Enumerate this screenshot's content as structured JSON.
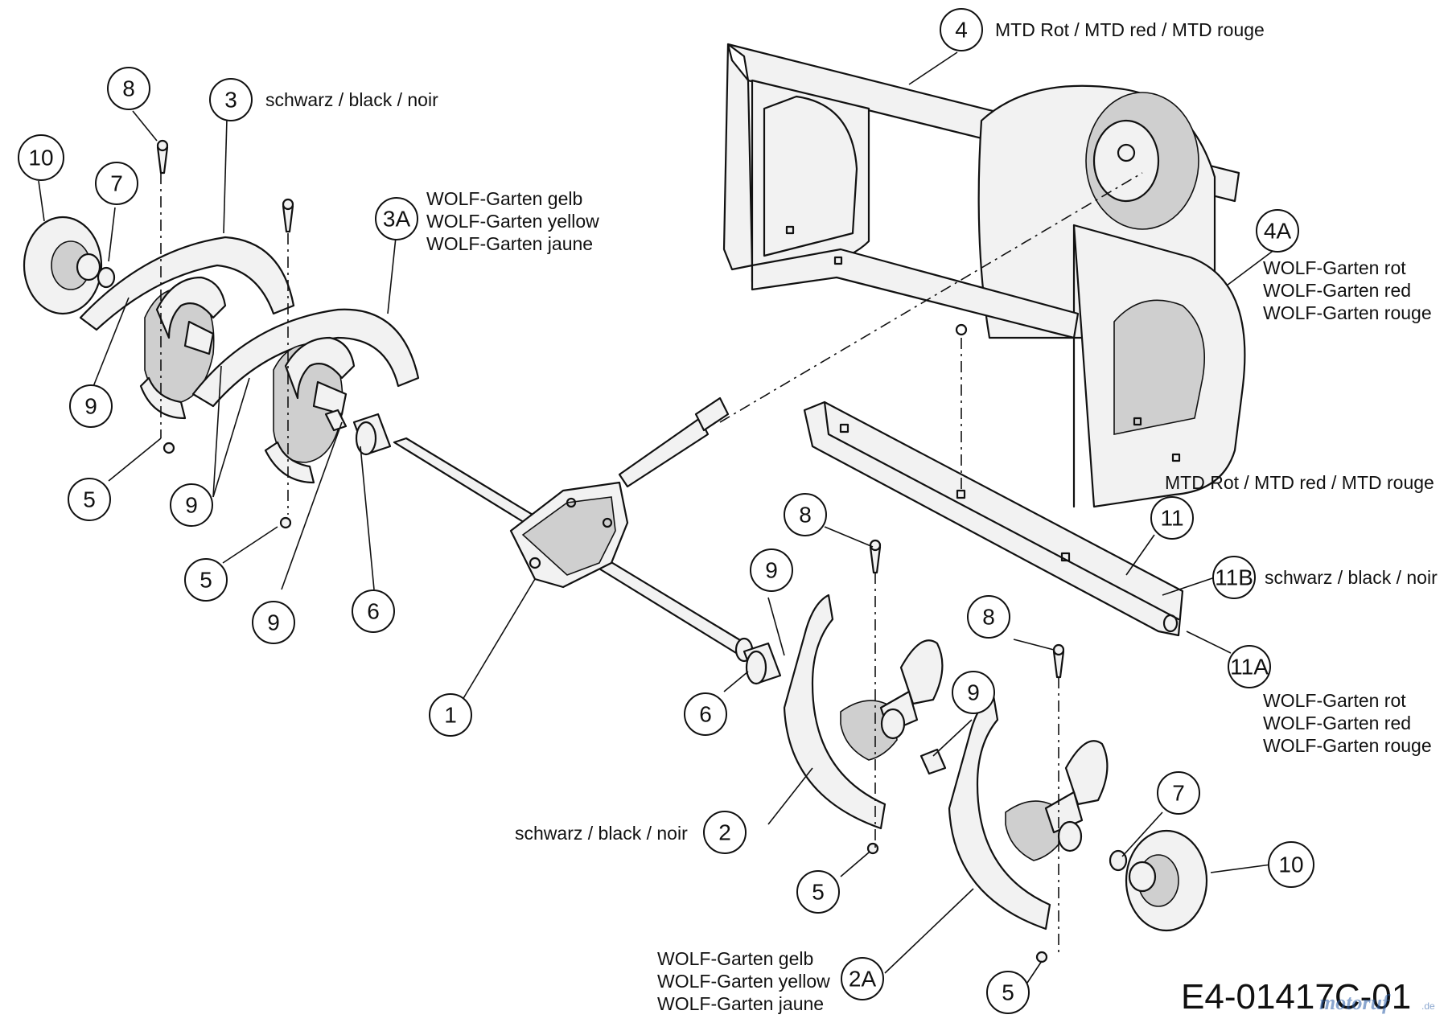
{
  "diagram": {
    "code": "E4-01417C-01",
    "watermark": "motoruf",
    "watermark_suffix": ".de",
    "callouts": {
      "c1": "1",
      "c2": "2",
      "c2a": "2A",
      "c3": "3",
      "c3a": "3A",
      "c4": "4",
      "c4a": "4A",
      "c5a": "5",
      "c5b": "5",
      "c5c": "5",
      "c5d": "5",
      "c6a": "6",
      "c6b": "6",
      "c7a": "7",
      "c7b": "7",
      "c8a": "8",
      "c8b": "8",
      "c8c": "8",
      "c9a": "9",
      "c9b": "9",
      "c9c": "9",
      "c9d": "9",
      "c9e": "9",
      "c10a": "10",
      "c10b": "10",
      "c11": "11",
      "c11a": "11A",
      "c11b": "11B"
    },
    "notes": {
      "n4": "MTD Rot / MTD red / MTD rouge",
      "n3": "schwarz / black / noir",
      "n3a": [
        "WOLF-Garten gelb",
        "WOLF-Garten yellow",
        "WOLF-Garten jaune"
      ],
      "n4a": [
        "WOLF-Garten rot",
        "WOLF-Garten red",
        "WOLF-Garten rouge"
      ],
      "n11": "MTD Rot / MTD red / MTD rouge",
      "n11b": "schwarz / black / noir",
      "n11a": [
        "WOLF-Garten rot",
        "WOLF-Garten red",
        "WOLF-Garten rouge"
      ],
      "n2": "schwarz / black / noir",
      "n2a": [
        "WOLF-Garten gelb",
        "WOLF-Garten yellow",
        "WOLF-Garten jaune"
      ]
    }
  }
}
